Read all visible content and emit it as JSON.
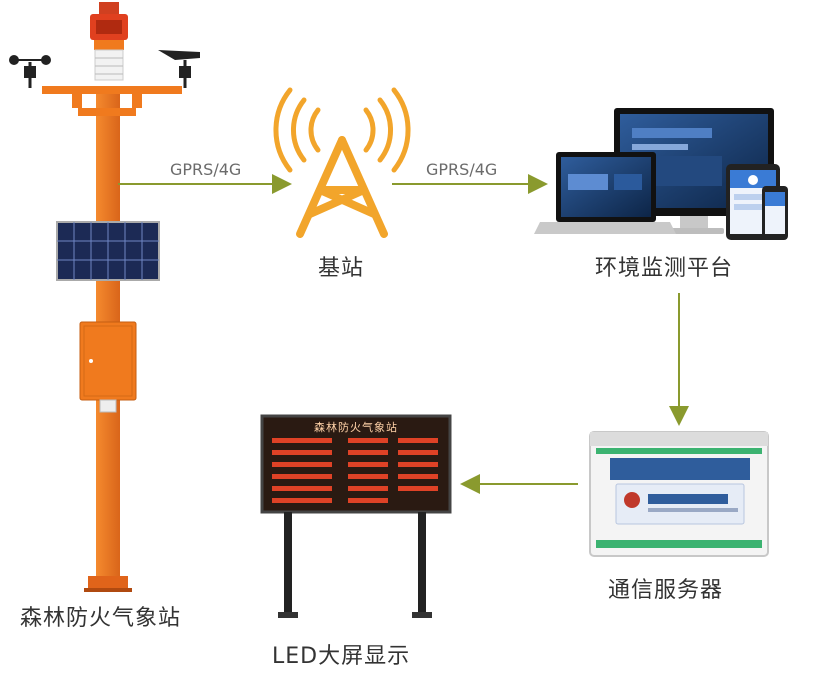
{
  "nodes": {
    "station": {
      "label": "森林防火气象站"
    },
    "base_station": {
      "label": "基站"
    },
    "platform": {
      "label": "环境监测平台"
    },
    "server": {
      "label": "通信服务器"
    },
    "led": {
      "label": "LED大屏显示"
    }
  },
  "connections": {
    "station_to_base": "GPRS/4G",
    "base_to_platform": "GPRS/4G"
  },
  "led_screen": {
    "title": "森林防火气象站"
  },
  "colors": {
    "arrow": "#8a9a2e",
    "pole": "#f07a1e",
    "tower": "#f2a52b",
    "led_text": "#ff4a2a",
    "server_green": "#3cb371"
  }
}
